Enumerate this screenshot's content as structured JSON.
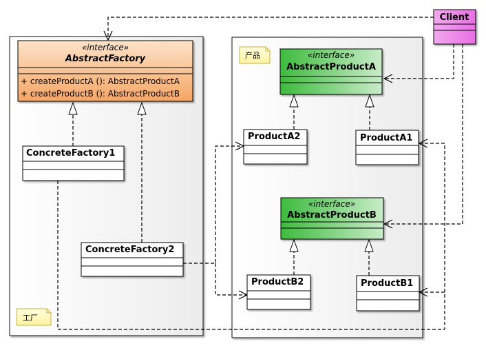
{
  "packages": {
    "factory_note": "工厂",
    "product_note": "产品"
  },
  "client": {
    "name": "Client"
  },
  "abstract_factory": {
    "stereotype": "«interface»",
    "name": "AbstractFactory",
    "operations": [
      "+ createProductA (): AbstractProductA",
      "+ createProductB (): AbstractProductB"
    ],
    "color": "#f9b47a"
  },
  "concrete_factory_1": {
    "name": "ConcreteFactory1"
  },
  "concrete_factory_2": {
    "name": "ConcreteFactory2"
  },
  "abstract_product_a": {
    "stereotype": "«interface»",
    "name": "AbstractProductA",
    "color": "#5cc45c"
  },
  "abstract_product_b": {
    "stereotype": "«interface»",
    "name": "AbstractProductB",
    "color": "#5cc45c"
  },
  "product_a1": {
    "name": "ProductA1"
  },
  "product_a2": {
    "name": "ProductA2"
  },
  "product_b1": {
    "name": "ProductB1"
  },
  "product_b2": {
    "name": "ProductB2"
  },
  "client_color": "#f59af0"
}
